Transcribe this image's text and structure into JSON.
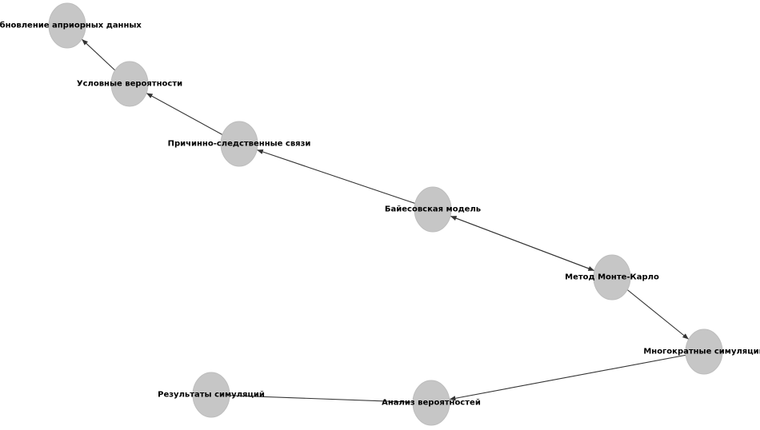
{
  "graph": {
    "node_color": "#c6c6c6",
    "edge_color": "#333333",
    "nodes": [
      {
        "id": "prior_update",
        "label": "Обновление априорных данных"
      },
      {
        "id": "conditional",
        "label": "Условные вероятности"
      },
      {
        "id": "causal",
        "label": "Причинно-следственные связи"
      },
      {
        "id": "bayes",
        "label": "Байесовская модель"
      },
      {
        "id": "monte_carlo",
        "label": "Метод Монте-Карло"
      },
      {
        "id": "multi_sim",
        "label": "Многократные симуляции"
      },
      {
        "id": "analysis",
        "label": "Анализ вероятностей"
      },
      {
        "id": "results",
        "label": "Результаты симуляций"
      }
    ],
    "edges": [
      {
        "from": "conditional",
        "to": "prior_update",
        "arrow": true
      },
      {
        "from": "causal",
        "to": "conditional",
        "arrow": true
      },
      {
        "from": "bayes",
        "to": "causal",
        "arrow": true
      },
      {
        "from": "bayes",
        "to": "monte_carlo",
        "arrow": true
      },
      {
        "from": "monte_carlo",
        "to": "bayes",
        "arrow": true
      },
      {
        "from": "monte_carlo",
        "to": "multi_sim",
        "arrow": true
      },
      {
        "from": "multi_sim",
        "to": "analysis",
        "arrow": true
      },
      {
        "from": "analysis",
        "to": "results",
        "arrow": false
      }
    ]
  }
}
